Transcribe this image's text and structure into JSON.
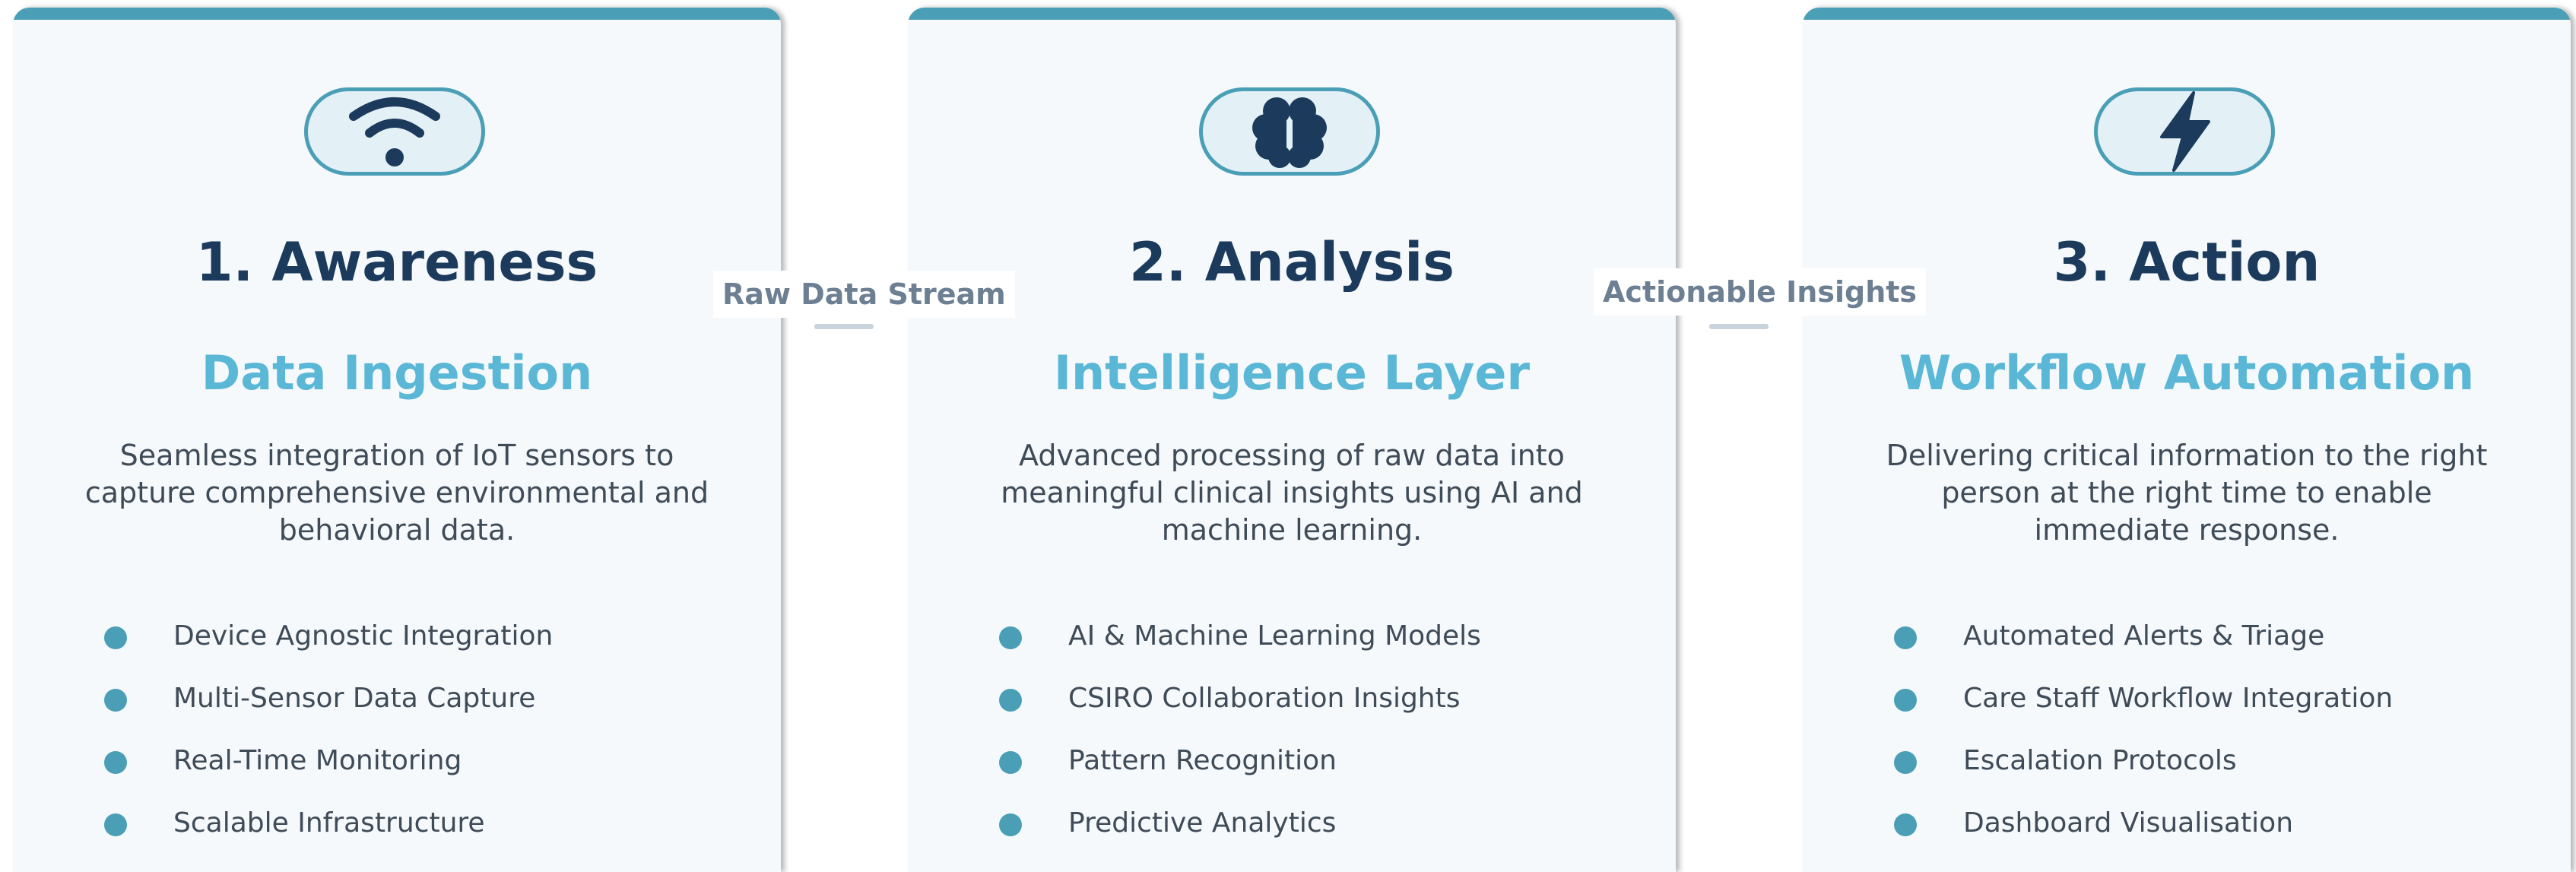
{
  "cards": [
    {
      "icon": "wifi-icon",
      "title": "1. Awareness",
      "subtitle": "Data Ingestion",
      "description": "Seamless integration of IoT sensors to capture comprehensive environmental and behavioral data.",
      "features": [
        "Device Agnostic Integration",
        "Multi-Sensor Data Capture",
        "Real-Time Monitoring",
        "Scalable Infrastructure"
      ]
    },
    {
      "icon": "brain-icon",
      "title": "2. Analysis",
      "subtitle": "Intelligence Layer",
      "description": "Advanced processing of raw data into meaningful clinical insights using AI and machine learning.",
      "features": [
        "AI & Machine Learning Models",
        "CSIRO Collaboration Insights",
        "Pattern Recognition",
        "Predictive Analytics"
      ]
    },
    {
      "icon": "lightning-icon",
      "title": "3. Action",
      "subtitle": "Workflow Automation",
      "description": "Delivering critical information to the right person at the right time to enable immediate response.",
      "features": [
        "Automated Alerts & Triage",
        "Care Staff Workflow Integration",
        "Escalation Protocols",
        "Dashboard Visualisation"
      ]
    }
  ],
  "connectors": [
    "Raw Data Stream",
    "Actionable Insights"
  ],
  "colors": {
    "accent": "#4a9fb7",
    "title": "#1b3a5c",
    "subtitle": "#5bb7d6",
    "text": "#3f4b57",
    "card_bg": "#f5f9fc"
  }
}
